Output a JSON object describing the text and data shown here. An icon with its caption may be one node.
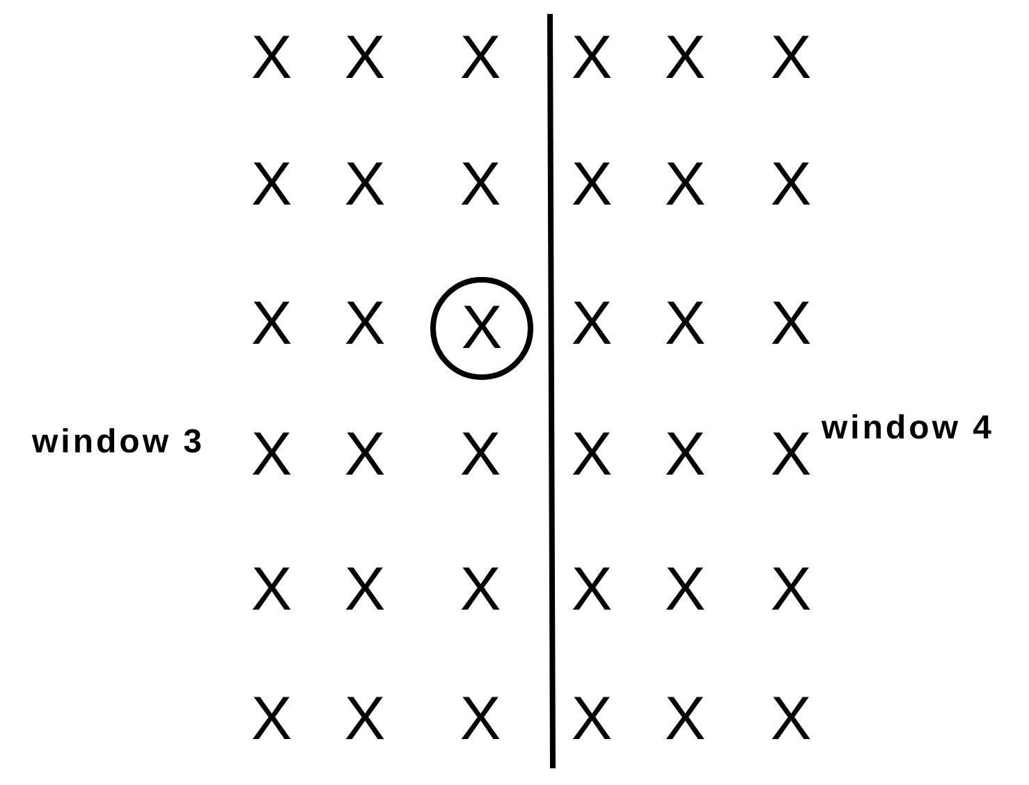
{
  "diagram": {
    "nodes": [
      {
        "text": [
          "X"
        ]
      }
    ],
    "labels": [
      "X",
      "X",
      "X",
      "X",
      "X",
      "X",
      "X",
      "X",
      "X",
      "X",
      "X",
      "X",
      "X",
      "X",
      "X",
      "X",
      "X",
      "window 3",
      "X",
      "X",
      "X",
      "X",
      "X",
      "X",
      "window 4",
      "X",
      "X",
      "X",
      "X",
      "X",
      "X",
      "X",
      "X",
      "X",
      "X",
      "X",
      "X"
    ]
  }
}
